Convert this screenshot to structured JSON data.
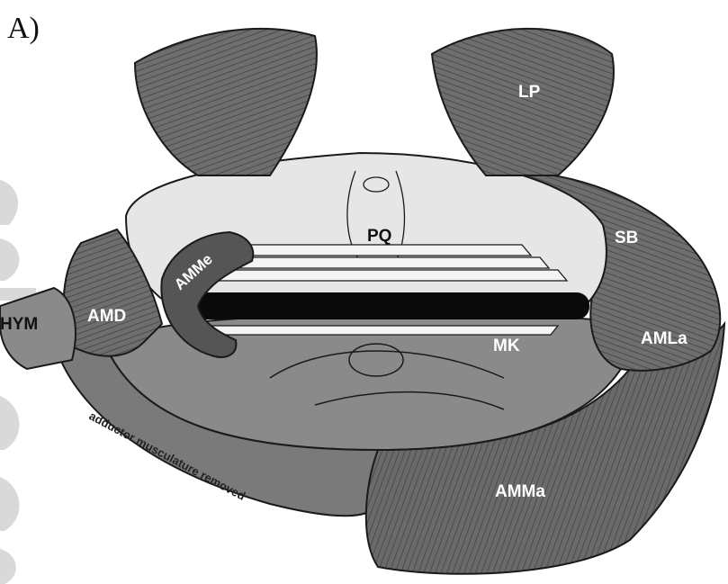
{
  "panel_label": "A)",
  "labels": {
    "lp": "LP",
    "pq": "PQ",
    "sb": "SB",
    "amme": "AMMe",
    "amd": "AMD",
    "hym": "HYM",
    "amla": "AMLa",
    "mk": "MK",
    "amma": "AMMa"
  },
  "annotation": "adductor musculature removed",
  "colors": {
    "muscle": "#6e6e6e",
    "muscle_dark": "#4f4f4f",
    "cartilage": "#e6e6e6",
    "jaw": "#8a8a8a",
    "outline": "#1a1a1a"
  }
}
